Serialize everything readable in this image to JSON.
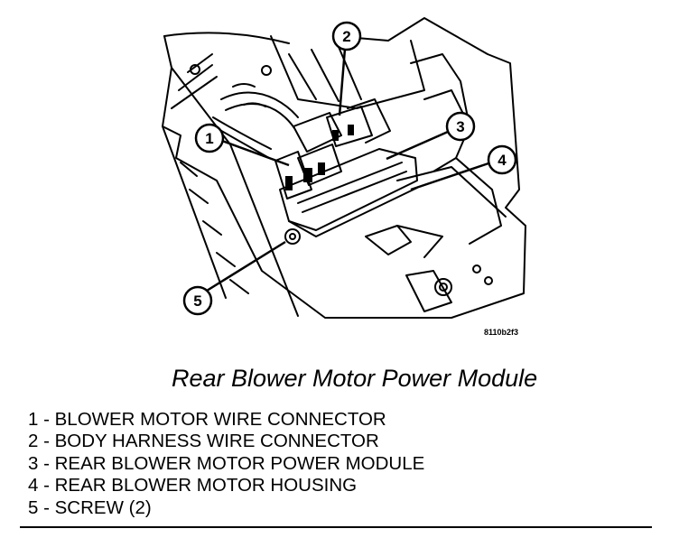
{
  "figure": {
    "code": "8110b2f3",
    "title": "Rear Blower Motor Power Module",
    "callouts": [
      "1",
      "2",
      "3",
      "4",
      "5"
    ]
  },
  "legend": {
    "items": [
      "1 - BLOWER MOTOR WIRE CONNECTOR",
      "2 - BODY HARNESS WIRE CONNECTOR",
      "3 - REAR BLOWER MOTOR POWER MODULE",
      "4 - REAR BLOWER MOTOR HOUSING",
      "5 - SCREW (2)"
    ]
  }
}
